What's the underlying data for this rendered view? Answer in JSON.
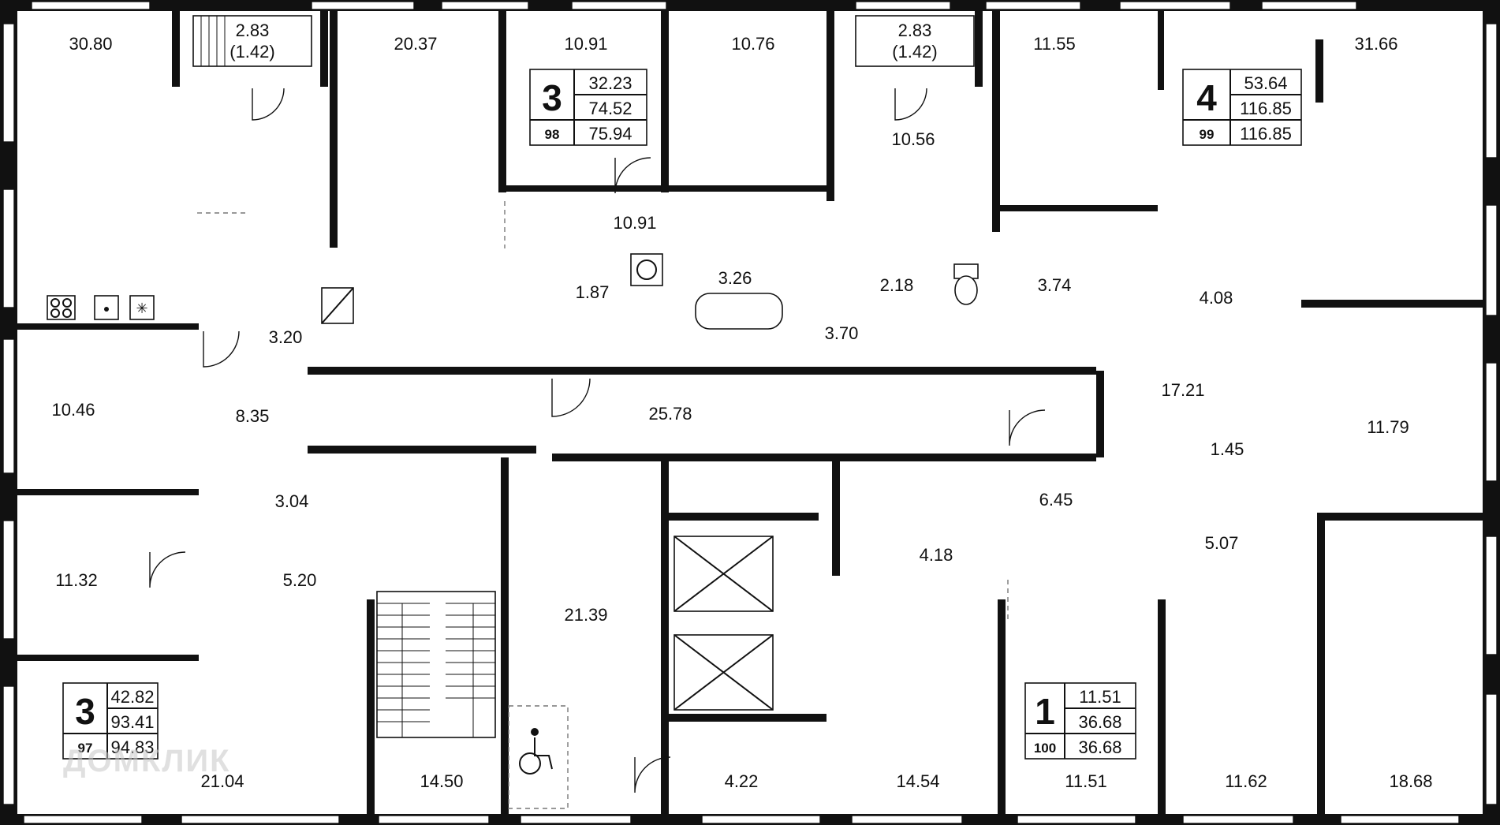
{
  "rooms": [
    {
      "id": "r1",
      "area": "30.80"
    },
    {
      "id": "r2",
      "area": "2.83"
    },
    {
      "id": "r2b",
      "area": "(1.42)"
    },
    {
      "id": "r3",
      "area": "20.37"
    },
    {
      "id": "r4",
      "area": "10.91"
    },
    {
      "id": "r5",
      "area": "10.76"
    },
    {
      "id": "r6",
      "area": "2.83"
    },
    {
      "id": "r6b",
      "area": "(1.42)"
    },
    {
      "id": "r7",
      "area": "11.55"
    },
    {
      "id": "r8",
      "area": "31.66"
    },
    {
      "id": "r9",
      "area": "10.56"
    },
    {
      "id": "r10",
      "area": "10.91"
    },
    {
      "id": "r11",
      "area": "3.26"
    },
    {
      "id": "r12",
      "area": "1.87"
    },
    {
      "id": "r13",
      "area": "2.18"
    },
    {
      "id": "r14",
      "area": "3.74"
    },
    {
      "id": "r15",
      "area": "4.08"
    },
    {
      "id": "r16",
      "area": "3.20"
    },
    {
      "id": "r17",
      "area": "3.70"
    },
    {
      "id": "r18",
      "area": "10.46"
    },
    {
      "id": "r19",
      "area": "8.35"
    },
    {
      "id": "r20",
      "area": "25.78"
    },
    {
      "id": "r21",
      "area": "17.21"
    },
    {
      "id": "r22",
      "area": "11.79"
    },
    {
      "id": "r23",
      "area": "1.45"
    },
    {
      "id": "r24",
      "area": "3.04"
    },
    {
      "id": "r25",
      "area": "6.45"
    },
    {
      "id": "r26",
      "area": "5.07"
    },
    {
      "id": "r27",
      "area": "4.18"
    },
    {
      "id": "r28",
      "area": "11.32"
    },
    {
      "id": "r29",
      "area": "5.20"
    },
    {
      "id": "r30",
      "area": "21.39"
    },
    {
      "id": "r31",
      "area": "21.04"
    },
    {
      "id": "r32",
      "area": "14.50"
    },
    {
      "id": "r33",
      "area": "4.22"
    },
    {
      "id": "r34",
      "area": "14.54"
    },
    {
      "id": "r35",
      "area": "11.51"
    },
    {
      "id": "r36",
      "area": "11.62"
    },
    {
      "id": "r37",
      "area": "18.68"
    }
  ],
  "apartments": [
    {
      "rooms": "3",
      "number": "98",
      "living": "32.23",
      "total": "74.52",
      "total_with_balcony": "75.94"
    },
    {
      "rooms": "4",
      "number": "99",
      "living": "53.64",
      "total": "116.85",
      "total_with_balcony": "116.85"
    },
    {
      "rooms": "3",
      "number": "97",
      "living": "42.82",
      "total": "93.41",
      "total_with_balcony": "94.83"
    },
    {
      "rooms": "1",
      "number": "100",
      "living": "11.51",
      "total": "36.68",
      "total_with_balcony": "36.68"
    }
  ],
  "watermark": "ДОМКЛИК",
  "icons": [
    "stove-icon",
    "sink-icon",
    "ventilation-shaft-icon",
    "shower-icon",
    "bathtub-icon",
    "toilet-icon",
    "washing-machine-icon",
    "elevator-icon",
    "stairs-icon",
    "wheelchair-accessibility-icon"
  ]
}
